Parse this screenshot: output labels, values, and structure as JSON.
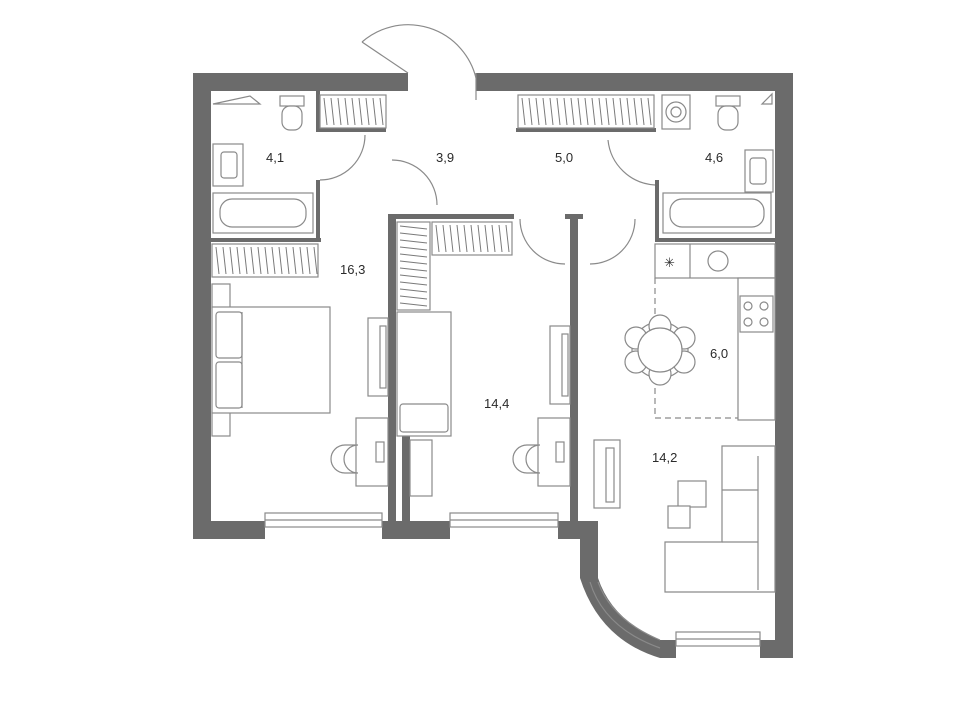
{
  "rooms": [
    {
      "id": "bathroom-1",
      "area": "4,1"
    },
    {
      "id": "hallway",
      "area": "3,9"
    },
    {
      "id": "corridor",
      "area": "5,0"
    },
    {
      "id": "bathroom-2",
      "area": "4,6"
    },
    {
      "id": "bedroom",
      "area": "16,3"
    },
    {
      "id": "kitchen",
      "area": "6,0"
    },
    {
      "id": "children-room",
      "area": "14,4"
    },
    {
      "id": "living-room",
      "area": "14,2"
    }
  ],
  "colors": {
    "wall": "#6b6b6b",
    "line": "#8a8a8a"
  }
}
